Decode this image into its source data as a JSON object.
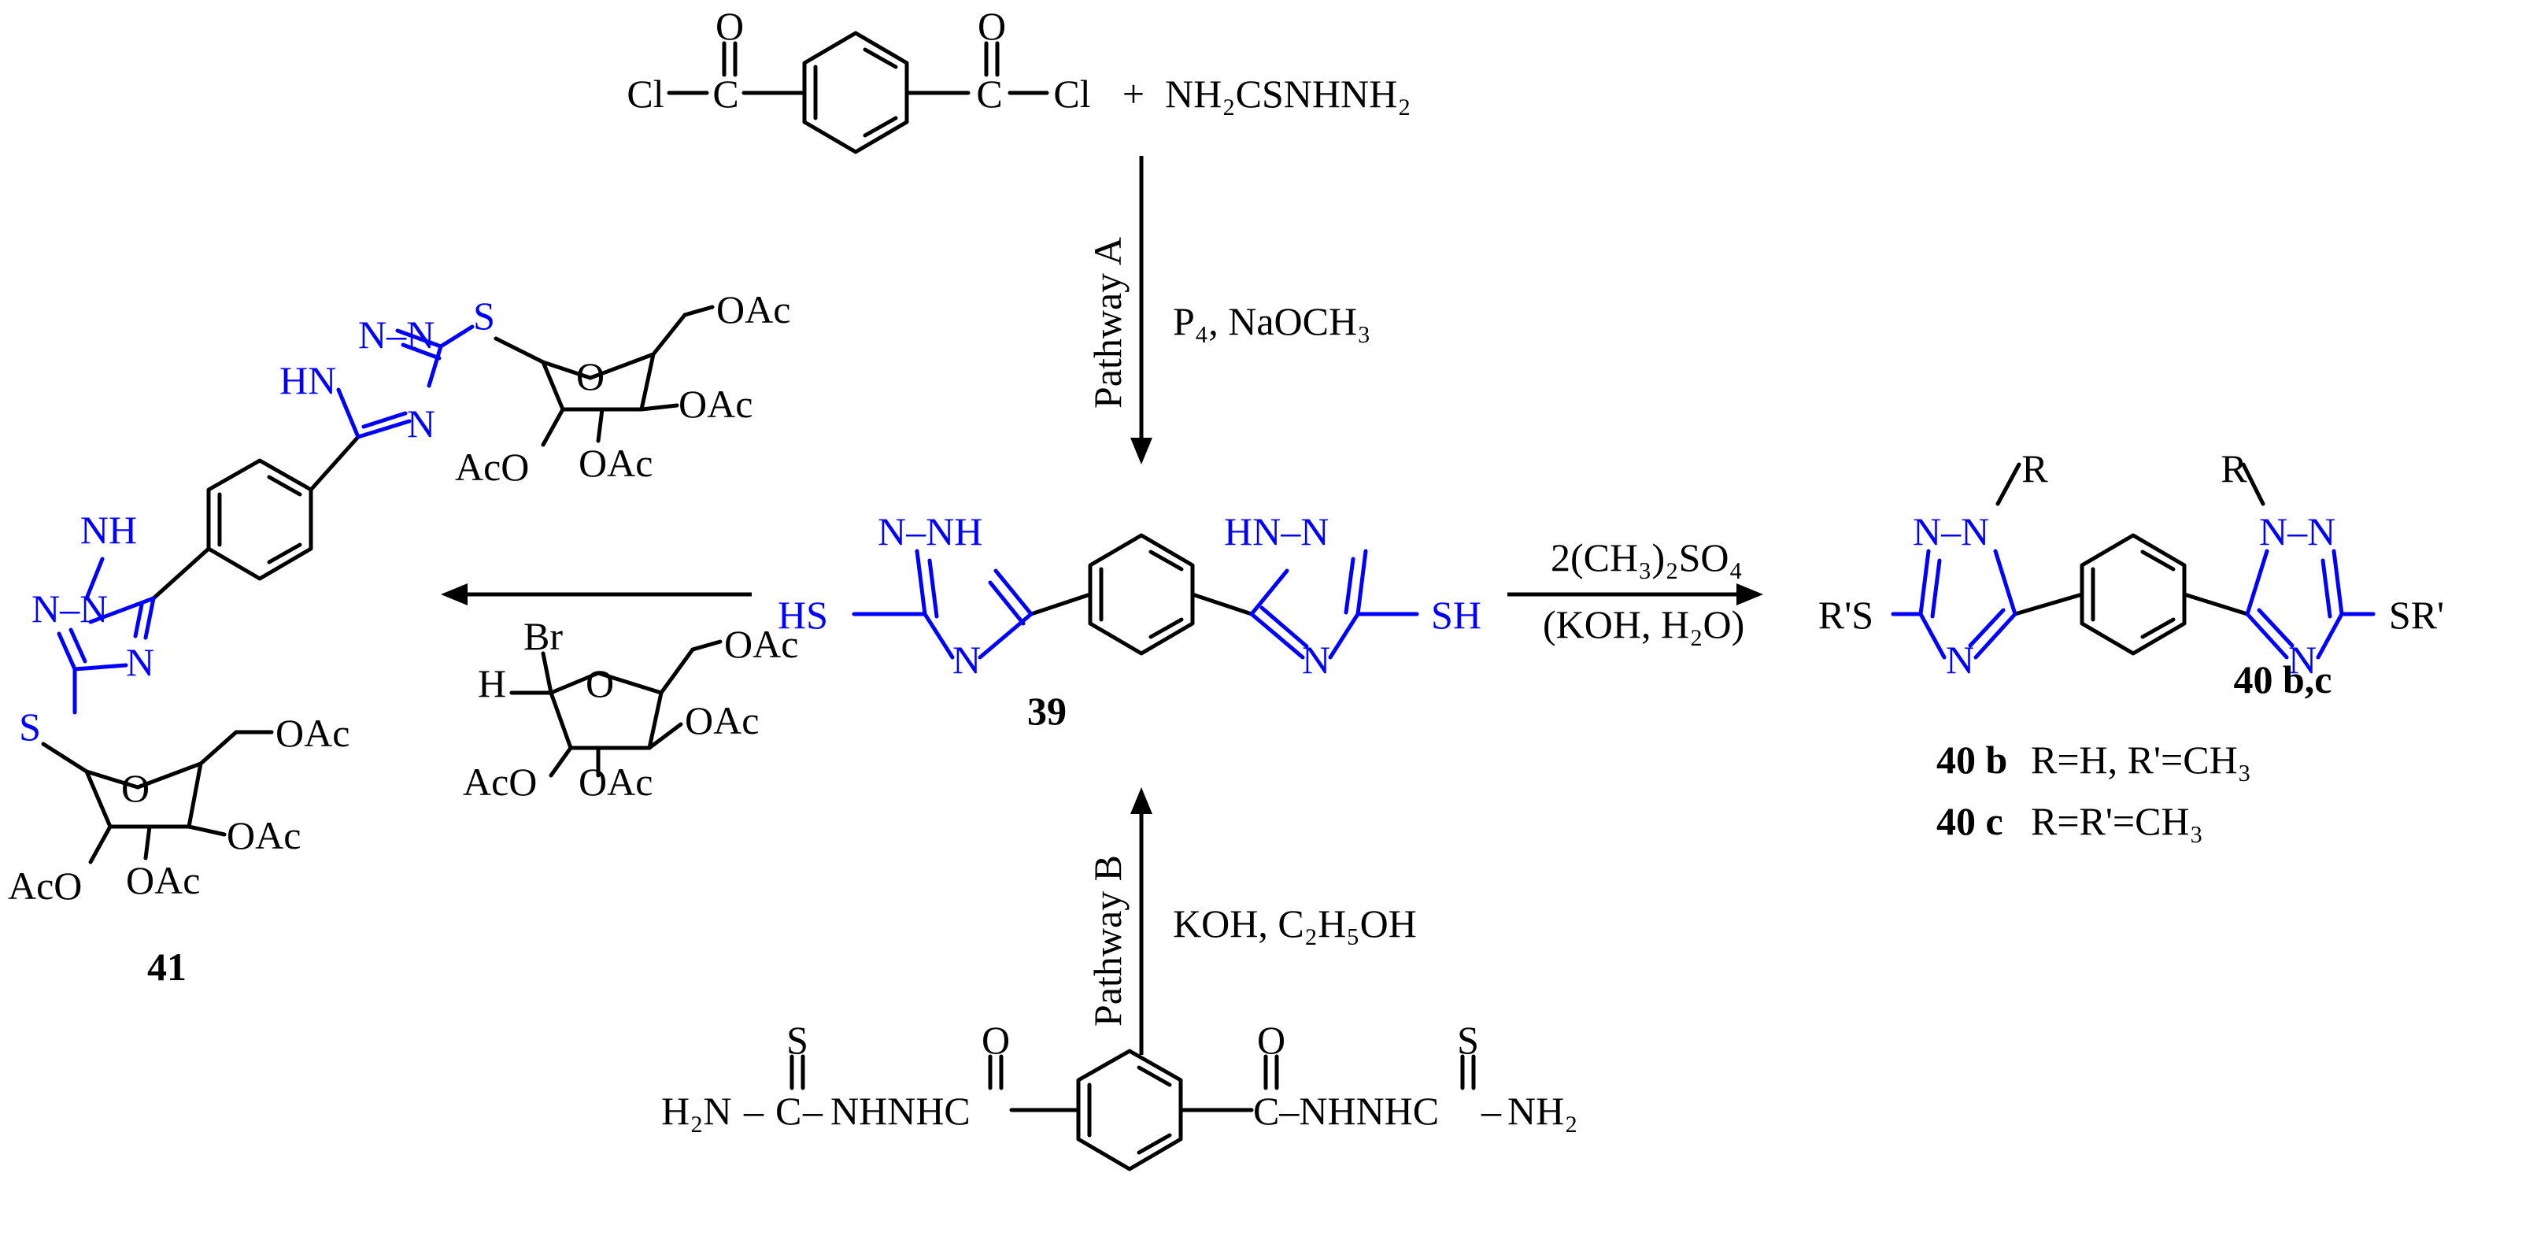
{
  "colors": {
    "structure": "#000000",
    "heterocycle": "#0000ff",
    "background": "#ffffff"
  },
  "atoms": {
    "cl": "Cl",
    "c": "C",
    "o": "O",
    "s": "S",
    "n": "N",
    "r": "R",
    "h": "H",
    "br": "Br",
    "nn": "N–N",
    "nnh": "N–NH",
    "hnn": "HN–N",
    "hn": "HN",
    "nh": "NH",
    "hs": "HS",
    "sh": "SH",
    "rs": "R'S",
    "sr": "SR'",
    "oac": "OAc",
    "aco": "AcO",
    "plus": "+",
    "dash": "–"
  },
  "labels": {
    "hydrazine": "NH₂CSNHNH₂",
    "nh2_left": "H₂N",
    "nhnhc": "NHNHC",
    "c_nhnhc": "C–NHNHC",
    "nh2_right": "NH₂"
  },
  "arrows": {
    "pathway_a": "Pathway A",
    "pathway_a_cond": "P₄, NaOCH₃",
    "pathway_b": "Pathway B",
    "pathway_b_cond": "KOH, C₂H₅OH",
    "right_top": "2(CH₃)₂SO₄",
    "right_bottom": "(KOH, H₂O)"
  },
  "compounds": {
    "c39": "39",
    "c40": "40 b,c",
    "c41": "41",
    "c40b_num": "40 b",
    "c40b_def": "R=H, R'=CH₃",
    "c40c_num": "40 c",
    "c40c_def": "R=R'=CH₃"
  }
}
